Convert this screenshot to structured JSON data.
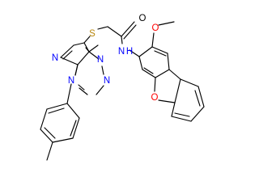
{
  "molecule": {
    "labels": {
      "S": "S",
      "O": "O",
      "N": "N",
      "NH": "N",
      "H": "H"
    },
    "colors": {
      "bond": "#000000",
      "nitrogen": "#0000ff",
      "oxygen": "#ff0000",
      "sulfur": "#b8860b",
      "background": "#ffffff"
    }
  }
}
